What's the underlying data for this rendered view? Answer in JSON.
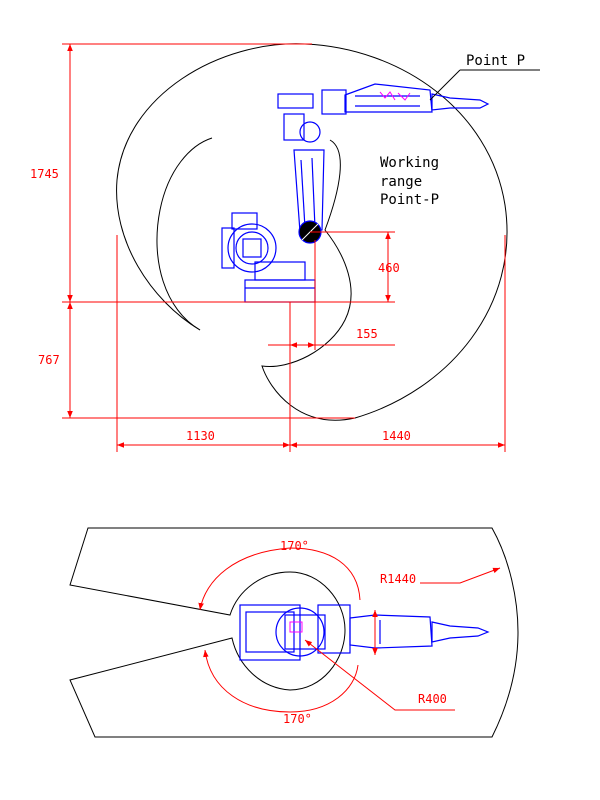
{
  "colors": {
    "envelope": "#000000",
    "dimension": "#ff0000",
    "robot": "#0000ff",
    "robot_accent": "#ff00ff"
  },
  "side_view": {
    "point_label": "Point P",
    "range_label": [
      "Working",
      "range",
      "Point-P"
    ],
    "dims": {
      "height_upper": "1745",
      "height_lower": "767",
      "shoulder_height": "460",
      "shoulder_offset": "155",
      "reach_back": "1130",
      "reach_front": "1440"
    }
  },
  "top_view": {
    "angle_top": "170°",
    "angle_bottom": "170°",
    "radius_outer": "R1440",
    "radius_inner": "R400"
  }
}
